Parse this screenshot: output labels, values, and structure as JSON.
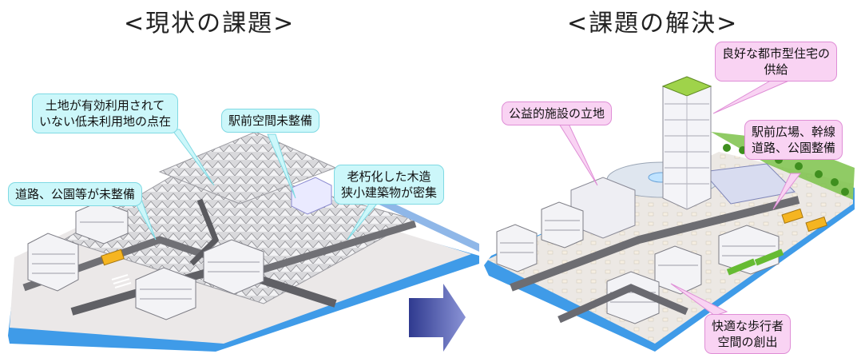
{
  "left": {
    "title": "<現状の課題>",
    "callouts": {
      "low_use_land": [
        "土地が有効利用されて",
        "いない低未利用地の点在"
      ],
      "station_front": "駅前空間未整備",
      "roads_parks": "道路、公園等が未整備",
      "old_wood": [
        "老朽化した木造",
        "狭小建築物が密集"
      ]
    }
  },
  "right": {
    "title": "<課題の解決>",
    "callouts": {
      "housing": [
        "良好な都市型住宅の",
        "供給"
      ],
      "public_facility": "公益的施設の立地",
      "station_plaza": [
        "駅前広場、幹線",
        "道路、公園整備"
      ],
      "pedestrian": [
        "快適な歩行者",
        "空間の創出"
      ]
    }
  },
  "colors": {
    "callout_cyan": "#ccf7fa",
    "callout_pink": "#f9d3f3",
    "arrow": "#3d4aa0",
    "water": "#3f9be8",
    "ground": "#ece8e4",
    "green": "#66bb33"
  }
}
